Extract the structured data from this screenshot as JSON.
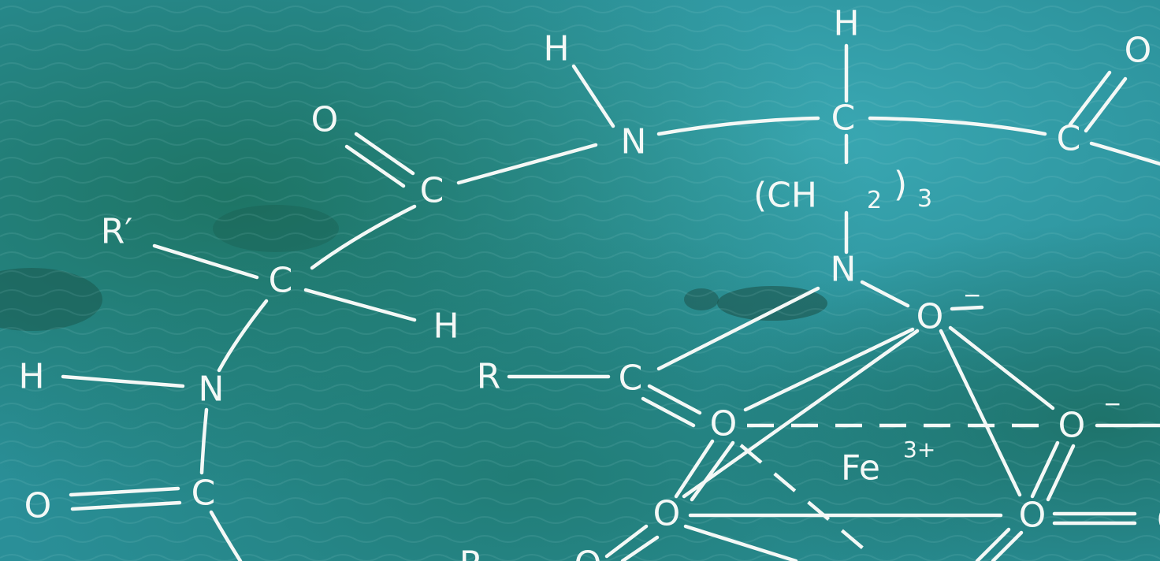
{
  "background": {
    "kind": "ocean-water-photo",
    "colors": [
      "#2a8f98",
      "#1f7a6e",
      "#3aa6b0",
      "#17624f"
    ]
  },
  "structure": {
    "ink_color": "#f4f8f6",
    "atoms": {
      "h_top": "H",
      "h_n_top": "H",
      "o_carbonyl_upper_left": "O",
      "n_top": "N",
      "c_alpha_top": "C",
      "c_carbonyl_upper_left": "C",
      "o_top_right": "O",
      "c_carbonyl_top_right": "C",
      "ch2_group": "(CH",
      "ch2_sub": "2",
      "ch2_close": ")",
      "ch2_count": "3",
      "r_prime": "R′",
      "c_alpha_left": "C",
      "h_alpha_left": "H",
      "h_n_left": "H",
      "n_left": "N",
      "c_carbonyl_bottom_left": "C",
      "o_bottom_left": "O",
      "n_hydroxamate": "N",
      "o_minus_top": "O",
      "o_minus_top_charge": "−",
      "r_group": "R",
      "c_acyl": "C",
      "o_coord_left": "O",
      "o_coord_right": "O",
      "o_coord_right_charge": "−",
      "iron": "Fe",
      "iron_charge": "3+",
      "o_coord_bottom_left": "O",
      "o_coord_bottom_right": "O",
      "o_far_right": "O",
      "r_bottom": "R",
      "o_bottom_partial": "O"
    }
  }
}
